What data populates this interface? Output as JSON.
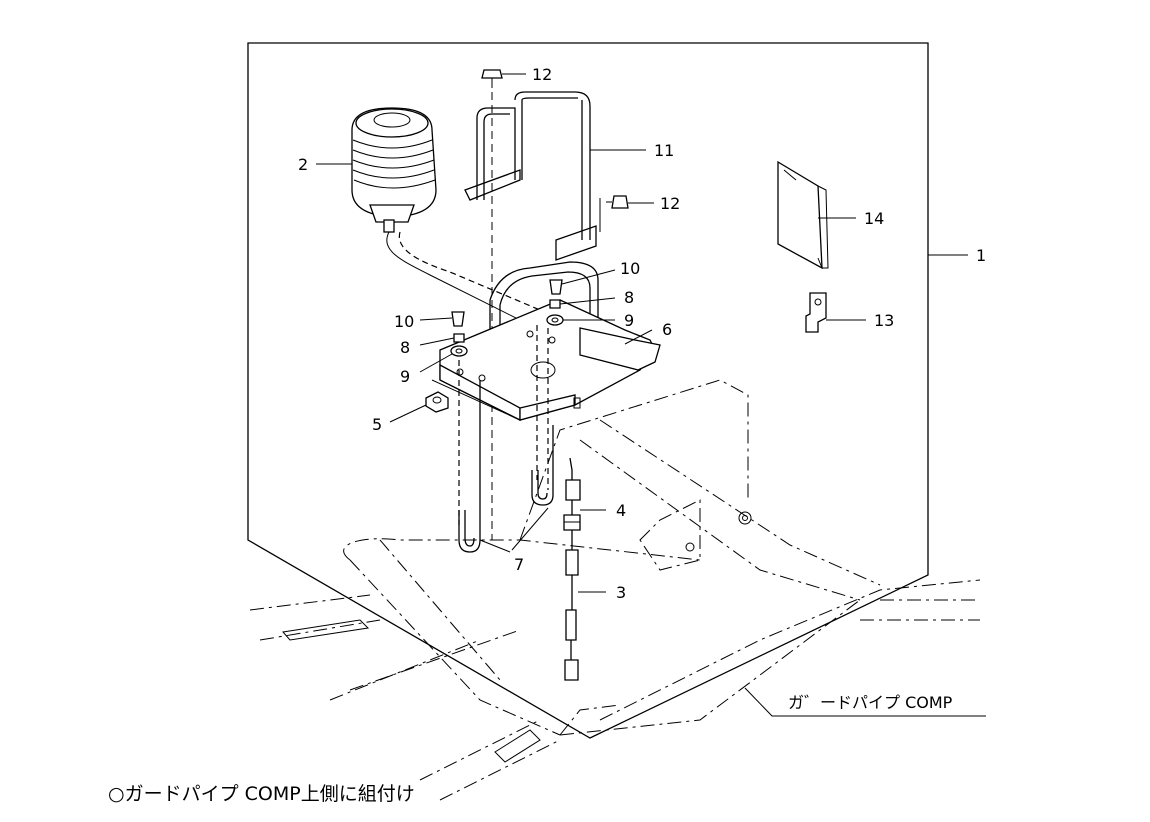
{
  "callouts": [
    {
      "id": "1",
      "label": "1"
    },
    {
      "id": "2",
      "label": "2"
    },
    {
      "id": "3",
      "label": "3"
    },
    {
      "id": "4",
      "label": "4"
    },
    {
      "id": "5",
      "label": "5"
    },
    {
      "id": "6",
      "label": "6"
    },
    {
      "id": "7",
      "label": "7"
    },
    {
      "id": "8a",
      "label": "8"
    },
    {
      "id": "8b",
      "label": "8"
    },
    {
      "id": "9a",
      "label": "9"
    },
    {
      "id": "9b",
      "label": "9"
    },
    {
      "id": "10a",
      "label": "10"
    },
    {
      "id": "10b",
      "label": "10"
    },
    {
      "id": "11",
      "label": "11"
    },
    {
      "id": "12a",
      "label": "12"
    },
    {
      "id": "12b",
      "label": "12"
    },
    {
      "id": "13",
      "label": "13"
    },
    {
      "id": "14",
      "label": "14"
    }
  ],
  "assembly_label": "ガ゛ードパイプ COMP",
  "note": "○ガードパイプ COMP上側に組付け"
}
